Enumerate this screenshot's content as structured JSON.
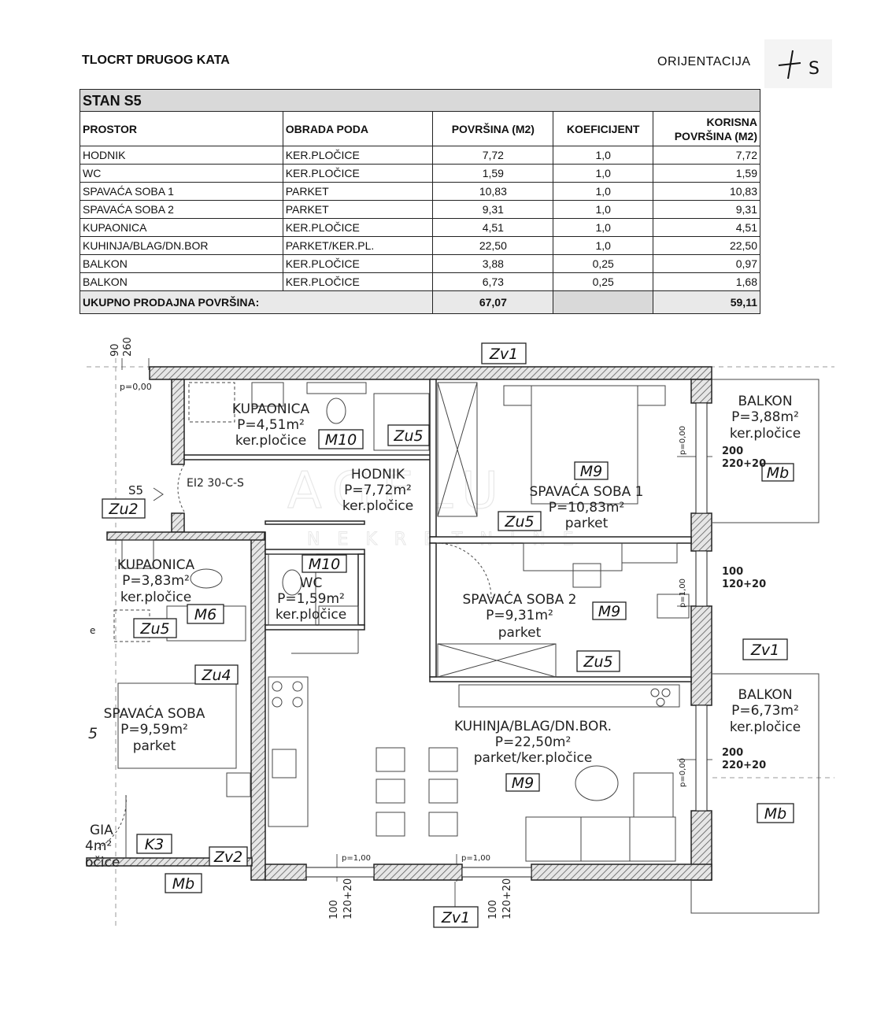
{
  "header": {
    "title": "TLOCRT DRUGOG KATA",
    "orientation_label": "ORIJENTACIJA",
    "compass_letter": "S"
  },
  "table": {
    "unit": "STAN S5",
    "columns": [
      "PROSTOR",
      "OBRADA PODA",
      "POVRŠINA (M2)",
      "KOEFICIJENT",
      "KORISNA",
      "POVRŠINA (M2)"
    ],
    "rows": [
      [
        "HODNIK",
        "KER.PLOČICE",
        "7,72",
        "1,0",
        "7,72"
      ],
      [
        "WC",
        "KER.PLOČICE",
        "1,59",
        "1,0",
        "1,59"
      ],
      [
        "SPAVAĆA SOBA 1",
        "PARKET",
        "10,83",
        "1,0",
        "10,83"
      ],
      [
        "SPAVAĆA SOBA 2",
        "PARKET",
        "9,31",
        "1,0",
        "9,31"
      ],
      [
        "KUPAONICA",
        "KER.PLOČICE",
        "4,51",
        "1,0",
        "4,51"
      ],
      [
        "KUHINJA/BLAG/DN.BOR",
        "PARKET/KER.PL.",
        "22,50",
        "1,0",
        "22,50"
      ],
      [
        "BALKON",
        "KER.PLOČICE",
        "3,88",
        "0,25",
        "0,97"
      ],
      [
        "BALKON",
        "KER.PLOČICE",
        "6,73",
        "0,25",
        "1,68"
      ]
    ],
    "total": {
      "label": "UKUPNO PRODAJNA POVRŠINA:",
      "area": "67,07",
      "usable": "59,11"
    }
  },
  "plan": {
    "dims_top": [
      "90",
      "260"
    ],
    "p_top_left": "p=0,00",
    "rooms": {
      "kupaonica": [
        "KUPAONICA",
        "P=4,51m²",
        "ker.pločice"
      ],
      "hodnik": [
        "HODNIK",
        "P=7,72m²",
        "ker.pločice"
      ],
      "soba1": [
        "SPAVAĆA SOBA 1",
        "P=10,83m²",
        "parket"
      ],
      "soba2": [
        "SPAVAĆA SOBA 2",
        "P=9,31m²",
        "parket"
      ],
      "wc": [
        "WC",
        "P=1,59m²",
        "ker.pločice"
      ],
      "kuhinja": [
        "KUHINJA/BLAG/DN.BOR.",
        "P=22,50m²",
        "parket/ker.pločice"
      ],
      "balkon1": [
        "BALKON",
        "P=3,88m²",
        "ker.pločice"
      ],
      "balkon2": [
        "BALKON",
        "P=6,73m²",
        "ker.pločice"
      ],
      "n_kupaonica": [
        "KUPAONICA",
        "P=3,83m²",
        "ker.pločice"
      ],
      "n_soba": [
        "SPAVAĆA SOBA",
        "P=9,59m²",
        "parket"
      ],
      "n_lodja": [
        "GIA",
        "4m²",
        "očice"
      ]
    },
    "tags": {
      "zv1_top": "Zv1",
      "zv1_right": "Zv1",
      "zv1_bottom": "Zv1",
      "zv2": "Zv2",
      "zu2": "Zu2",
      "zu4": "Zu4",
      "zu5_a": "Zu5",
      "zu5_b": "Zu5",
      "zu5_c": "Zu5",
      "zu5_d": "Zu5",
      "m10_a": "M10",
      "m10_b": "M10",
      "m9_a": "M9",
      "m9_b": "M9",
      "m9_c": "M9",
      "m6": "M6",
      "k3": "K3",
      "mb_a": "Mb",
      "mb_b": "Mb",
      "mb_c": "Mb"
    },
    "labels": {
      "s5": "S5",
      "door": "EI2 30-C-S",
      "five": "5",
      "e": "e",
      "w1_a": "200",
      "w1_b": "220+20",
      "w2_a": "100",
      "w2_b": "120+20",
      "w3_a": "200",
      "w3_b": "220+20",
      "b1_a": "100",
      "b1_b": "120+20",
      "b2_a": "100",
      "b2_b": "120+20",
      "p_r1": "p=0,00",
      "p_r2": "p=1,00",
      "p_r3": "p=0,00",
      "p_b1": "p=1,00",
      "p_b2": "p=1,00"
    },
    "watermark": [
      "AGELU",
      "NEKRETNINE"
    ]
  }
}
